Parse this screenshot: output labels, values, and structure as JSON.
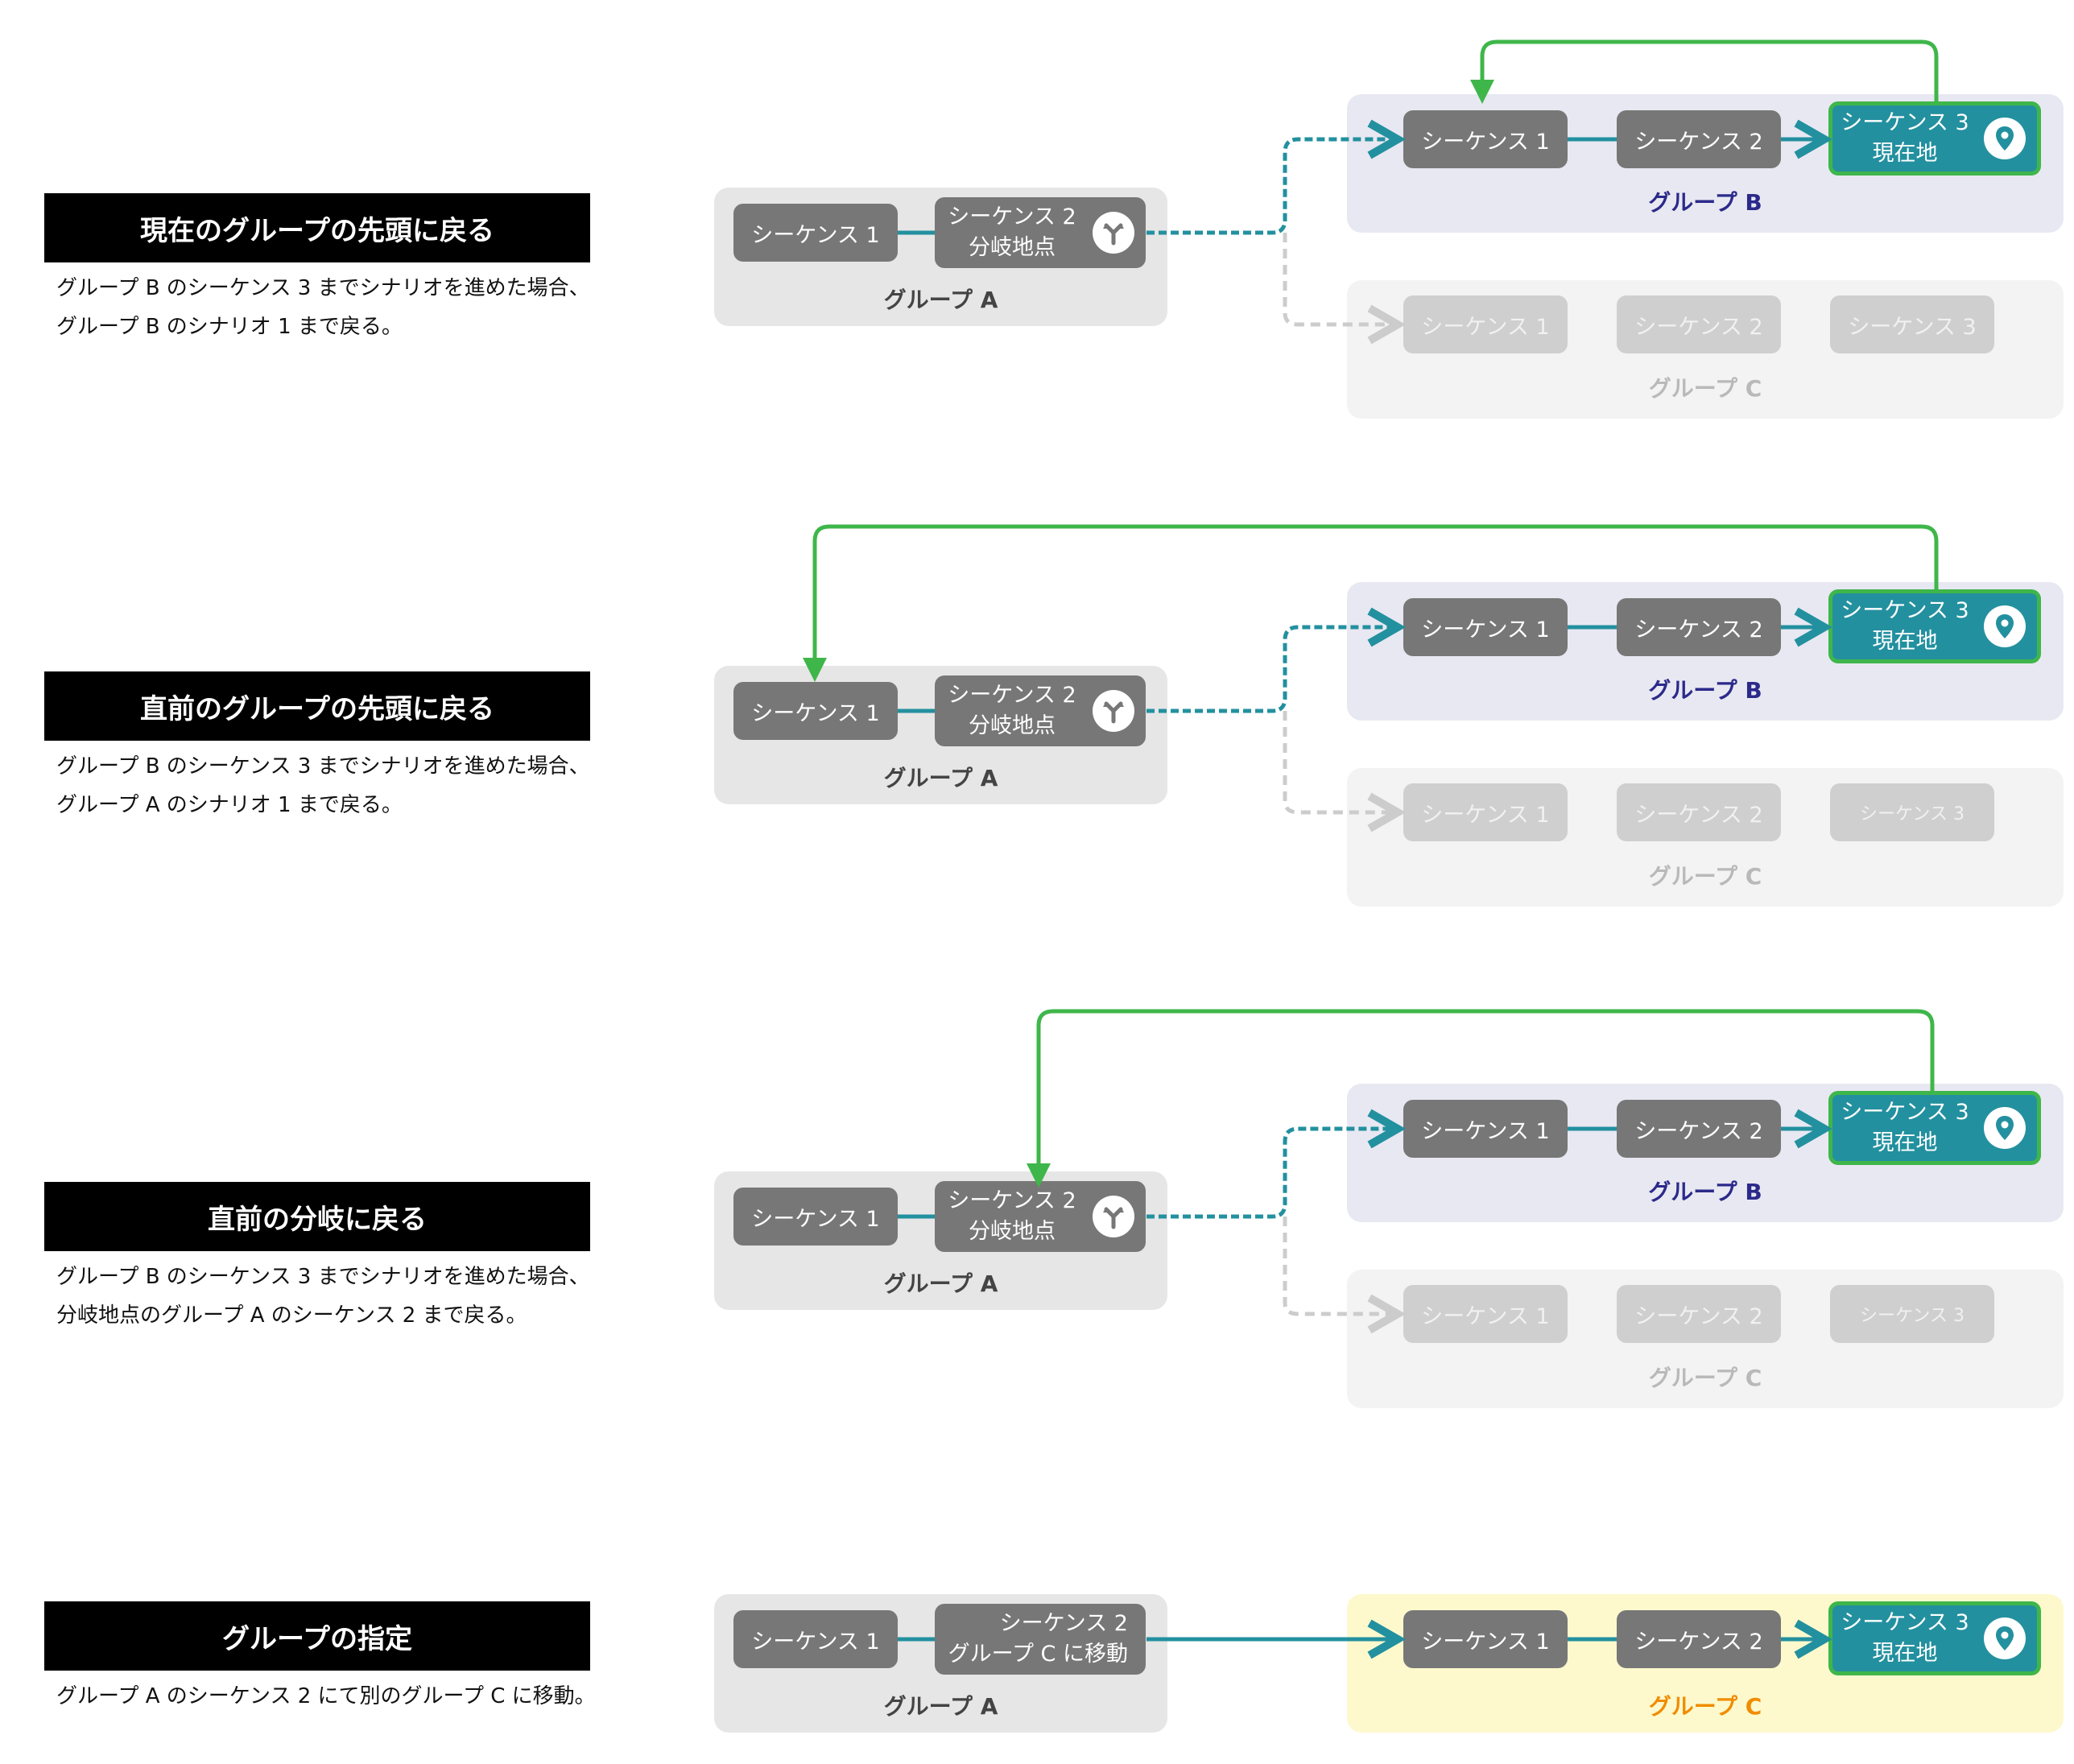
{
  "sections": [
    {
      "title": "現在のグループの先頭に戻る",
      "desc1": "グループ B のシーケンス 3 までシナリオを進めた場合、",
      "desc2": "グループ B のシナリオ 1 まで戻る。"
    },
    {
      "title": "直前のグループの先頭に戻る",
      "desc1": "グループ B のシーケンス 3 までシナリオを進めた場合、",
      "desc2": "グループ A のシナリオ 1 まで戻る。"
    },
    {
      "title": "直前の分岐に戻る",
      "desc1": "グループ B のシーケンス 3 までシナリオを進めた場合、",
      "desc2": "分岐地点のグループ A のシーケンス 2 まで戻る。"
    },
    {
      "title": "グループの指定",
      "desc1": "グループ A のシーケンス 2 にて別のグループ C に移動。",
      "desc2": ""
    }
  ],
  "labels": {
    "group_a": "グループ A",
    "group_b": "グループ B",
    "group_c": "グループ C",
    "seq1": "シーケンス 1",
    "seq2": "シーケンス 2",
    "seq3": "シーケンス 3",
    "branch": "分岐地点",
    "current": "現在地",
    "move_to_c": "グループ C に移動"
  },
  "colors": {
    "current_fill": "#23909f",
    "current_border": "#3fb64a",
    "flow_line": "#23909f",
    "return_arrow": "#3fb64a",
    "group_b_label": "#2b2a8a",
    "group_c_label_active": "#f08c00"
  },
  "icons": {
    "branch": "branch-icon",
    "current": "location-pin-icon"
  }
}
